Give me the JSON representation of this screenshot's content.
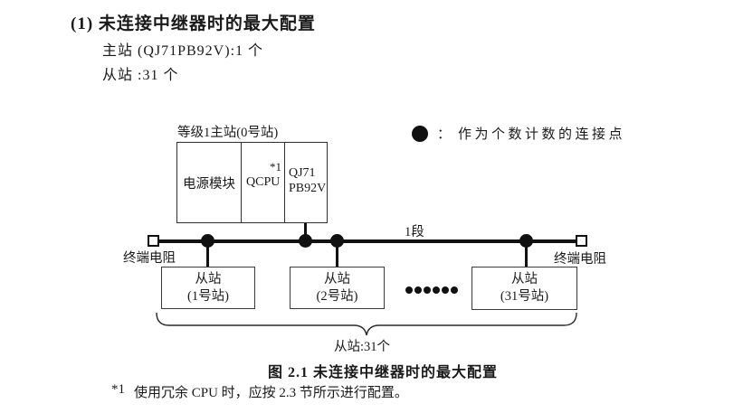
{
  "page": {
    "title": "(1) 未连接中继器时的最大配置",
    "master_count_line": "主站 (QJ71PB92V):1 个",
    "slave_count_line": "从站 :31 个"
  },
  "diagram": {
    "master_station_label": "等级1主站(0号站)",
    "master_cells": {
      "power": "电源模块",
      "cpu": "QCPU",
      "cpu_note_ref": "*1",
      "pb_line1": "QJ71",
      "pb_line2": "PB92V"
    },
    "legend": {
      "colon": "：",
      "text": "作为个数计数的连接点"
    },
    "segment_label": "1段",
    "terminator_left_label": "终端电阻",
    "terminator_right_label": "终端电阻",
    "slaves": [
      {
        "line1": "从站",
        "line2": "(1号站)"
      },
      {
        "line1": "从站",
        "line2": "(2号站)"
      },
      {
        "line1": "从站",
        "line2": "(31号站)"
      }
    ],
    "bracket_label": "从站:31个"
  },
  "caption": "图 2.1 未连接中继器时的最大配置",
  "footnote": {
    "marker": "*1",
    "text": "使用冗余 CPU 时，应按 2.3 节所示进行配置。"
  },
  "colors": {
    "ink": "#1a1a1a",
    "box_border": "#3a3a3a"
  }
}
